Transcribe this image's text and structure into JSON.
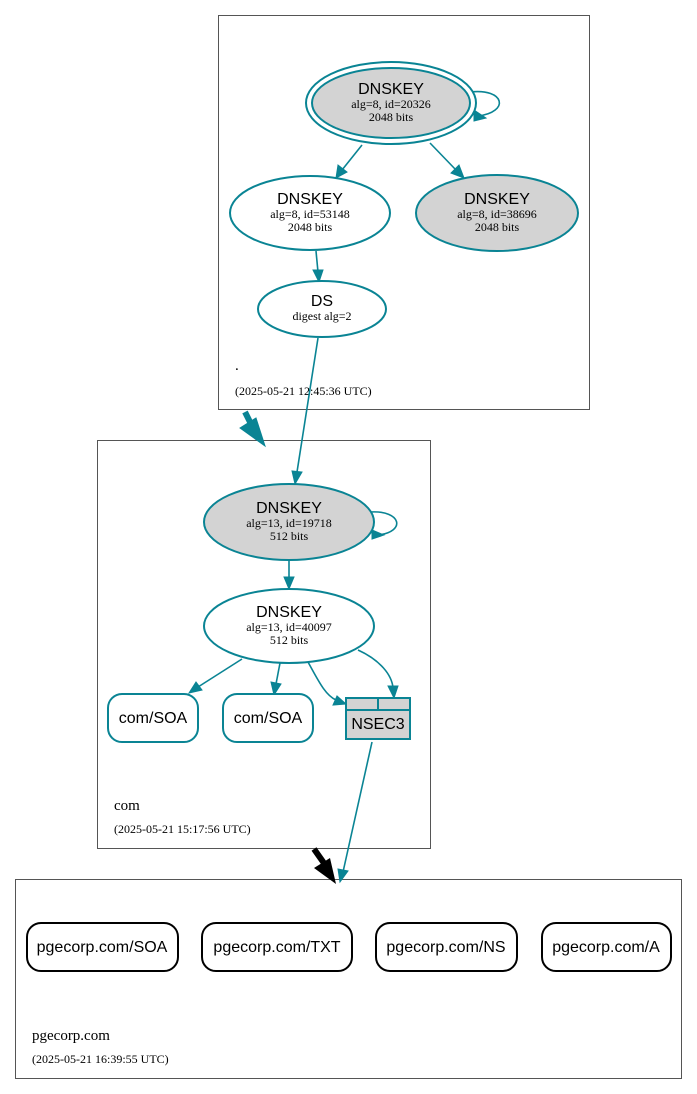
{
  "zones": {
    "root": {
      "name": ".",
      "timestamp": "(2025-05-21 12:45:36 UTC)"
    },
    "com": {
      "name": "com",
      "timestamp": "(2025-05-21 15:17:56 UTC)"
    },
    "pgecorp": {
      "name": "pgecorp.com",
      "timestamp": "(2025-05-21 16:39:55 UTC)"
    }
  },
  "nodes": {
    "root_ksk": {
      "title": "DNSKEY",
      "line1": "alg=8, id=20326",
      "line2": "2048 bits"
    },
    "root_zsk1": {
      "title": "DNSKEY",
      "line1": "alg=8, id=53148",
      "line2": "2048 bits"
    },
    "root_zsk2": {
      "title": "DNSKEY",
      "line1": "alg=8, id=38696",
      "line2": "2048 bits"
    },
    "com_ds": {
      "title": "DS",
      "line1": "digest alg=2"
    },
    "com_ksk": {
      "title": "DNSKEY",
      "line1": "alg=13, id=19718",
      "line2": "512 bits"
    },
    "com_zsk": {
      "title": "DNSKEY",
      "line1": "alg=13, id=40097",
      "line2": "512 bits"
    },
    "com_soa1": {
      "label": "com/SOA"
    },
    "com_soa2": {
      "label": "com/SOA"
    },
    "com_nsec3": {
      "label": "NSEC3"
    },
    "pge_soa": {
      "label": "pgecorp.com/SOA"
    },
    "pge_txt": {
      "label": "pgecorp.com/TXT"
    },
    "pge_ns": {
      "label": "pgecorp.com/NS"
    },
    "pge_a": {
      "label": "pgecorp.com/A"
    }
  },
  "colors": {
    "edge": "#0a8494",
    "key_fill_signing": "#d3d3d3",
    "background": "#ffffff"
  }
}
